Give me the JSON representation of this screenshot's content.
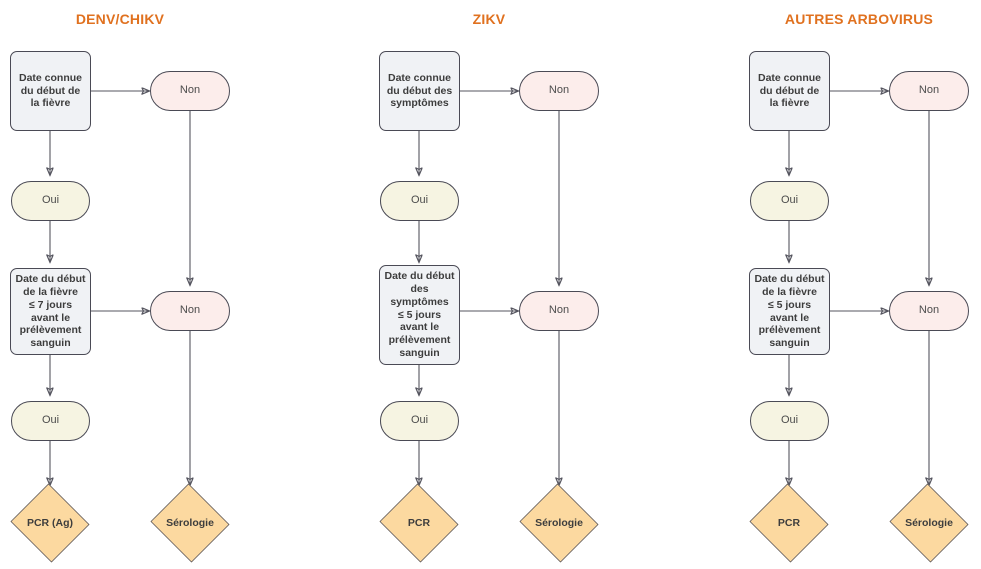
{
  "diagram": {
    "title_color": "#e0711f",
    "columns": [
      {
        "id": "denv-chikv",
        "title": "DENV/CHIKV",
        "nodes": {
          "q1": "Date connue du début de la fièvre",
          "q1_lines": [
            "Date connue",
            "du début de",
            "la fièvre"
          ],
          "yes1": "Oui",
          "no1": "Non",
          "q2_lines": [
            "Date du début",
            "de la fièvre",
            "≤ 7 jours",
            "avant le",
            "prélèvement",
            "sanguin"
          ],
          "yes2": "Oui",
          "no2": "Non",
          "result_yes": "PCR (Ag)",
          "result_no": "Sérologie"
        }
      },
      {
        "id": "zikv",
        "title": "ZIKV",
        "nodes": {
          "q1": "Date connue du début des symptômes",
          "q1_lines": [
            "Date connue",
            "du début des",
            "symptômes"
          ],
          "yes1": "Oui",
          "no1": "Non",
          "q2_lines": [
            "Date du début",
            "des",
            "symptômes",
            "≤ 5 jours",
            "avant le",
            "prélèvement",
            "sanguin"
          ],
          "yes2": "Oui",
          "no2": "Non",
          "result_yes": "PCR",
          "result_no": "Sérologie"
        }
      },
      {
        "id": "autres-arbovirus",
        "title": "AUTRES ARBOVIRUS",
        "nodes": {
          "q1": "Date connue du début de la fièvre",
          "q1_lines": [
            "Date connue",
            "du début de",
            "la fièvre"
          ],
          "yes1": "Oui",
          "no1": "Non",
          "q2_lines": [
            "Date du début",
            "de la fièvre",
            "≤ 5 jours",
            "avant le",
            "prélèvement",
            "sanguin"
          ],
          "yes2": "Oui",
          "no2": "Non",
          "result_yes": "PCR",
          "result_no": "Sérologie"
        }
      }
    ],
    "palette": {
      "question_fill": "#f0f2f5",
      "yes_fill": "#f6f4e2",
      "no_fill": "#fcedeb",
      "result_fill": "#fcd9a0",
      "stroke": "#4a4a55",
      "edge": "#55555f"
    }
  }
}
